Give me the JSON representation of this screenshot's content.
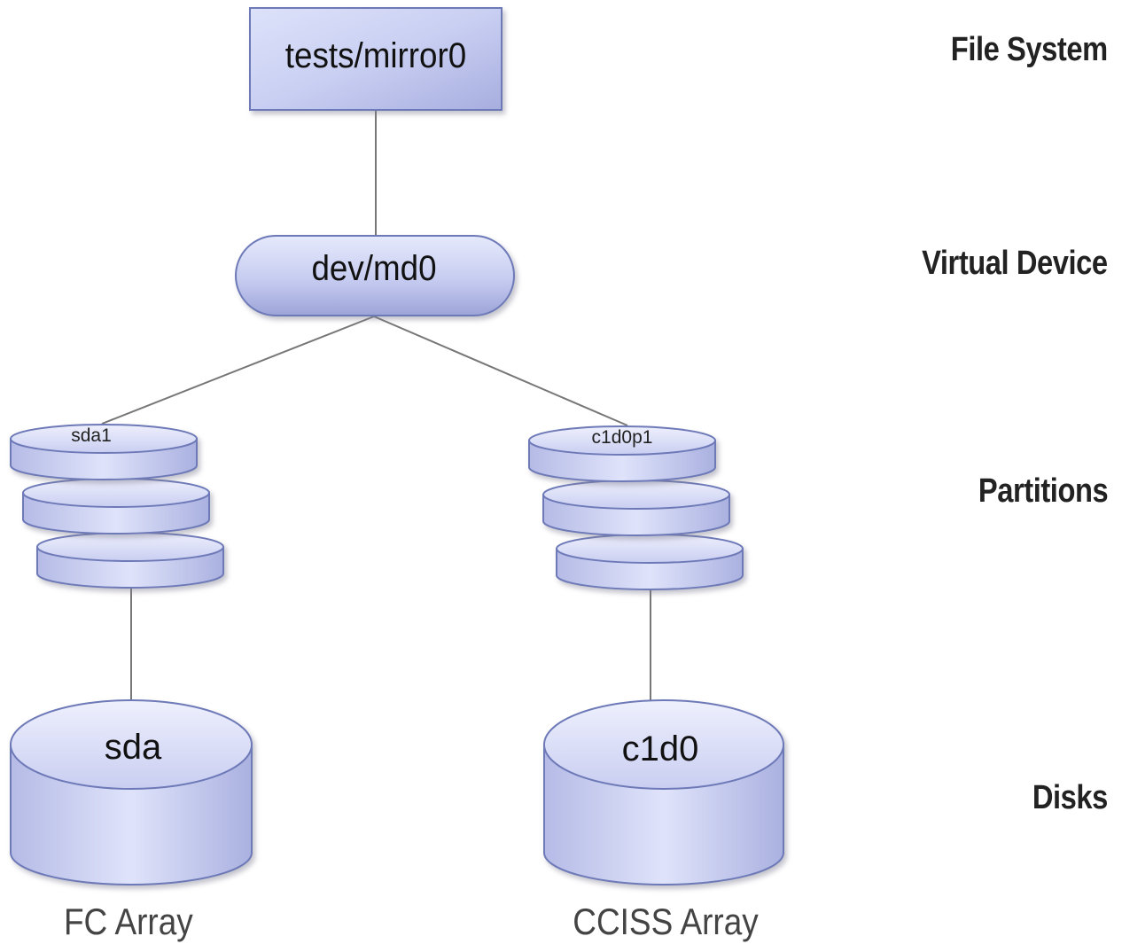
{
  "layers": {
    "file_system": "File System",
    "virtual_device": "Virtual Device",
    "partitions": "Partitions",
    "disks": "Disks"
  },
  "nodes": {
    "filesystem": "tests/mirror0",
    "virtual_device": "dev/md0",
    "left_partition": "sda1",
    "right_partition": "c1d0p1",
    "left_disk": "sda",
    "right_disk": "c1d0"
  },
  "arrays": {
    "left": "FC Array",
    "right": "CCISS Array"
  },
  "colors": {
    "fill_light": "#e4e8fb",
    "fill_mid": "#c7ccef",
    "fill_dark": "#9ea5d8",
    "stroke": "#6e7ab8",
    "line": "#777777"
  }
}
